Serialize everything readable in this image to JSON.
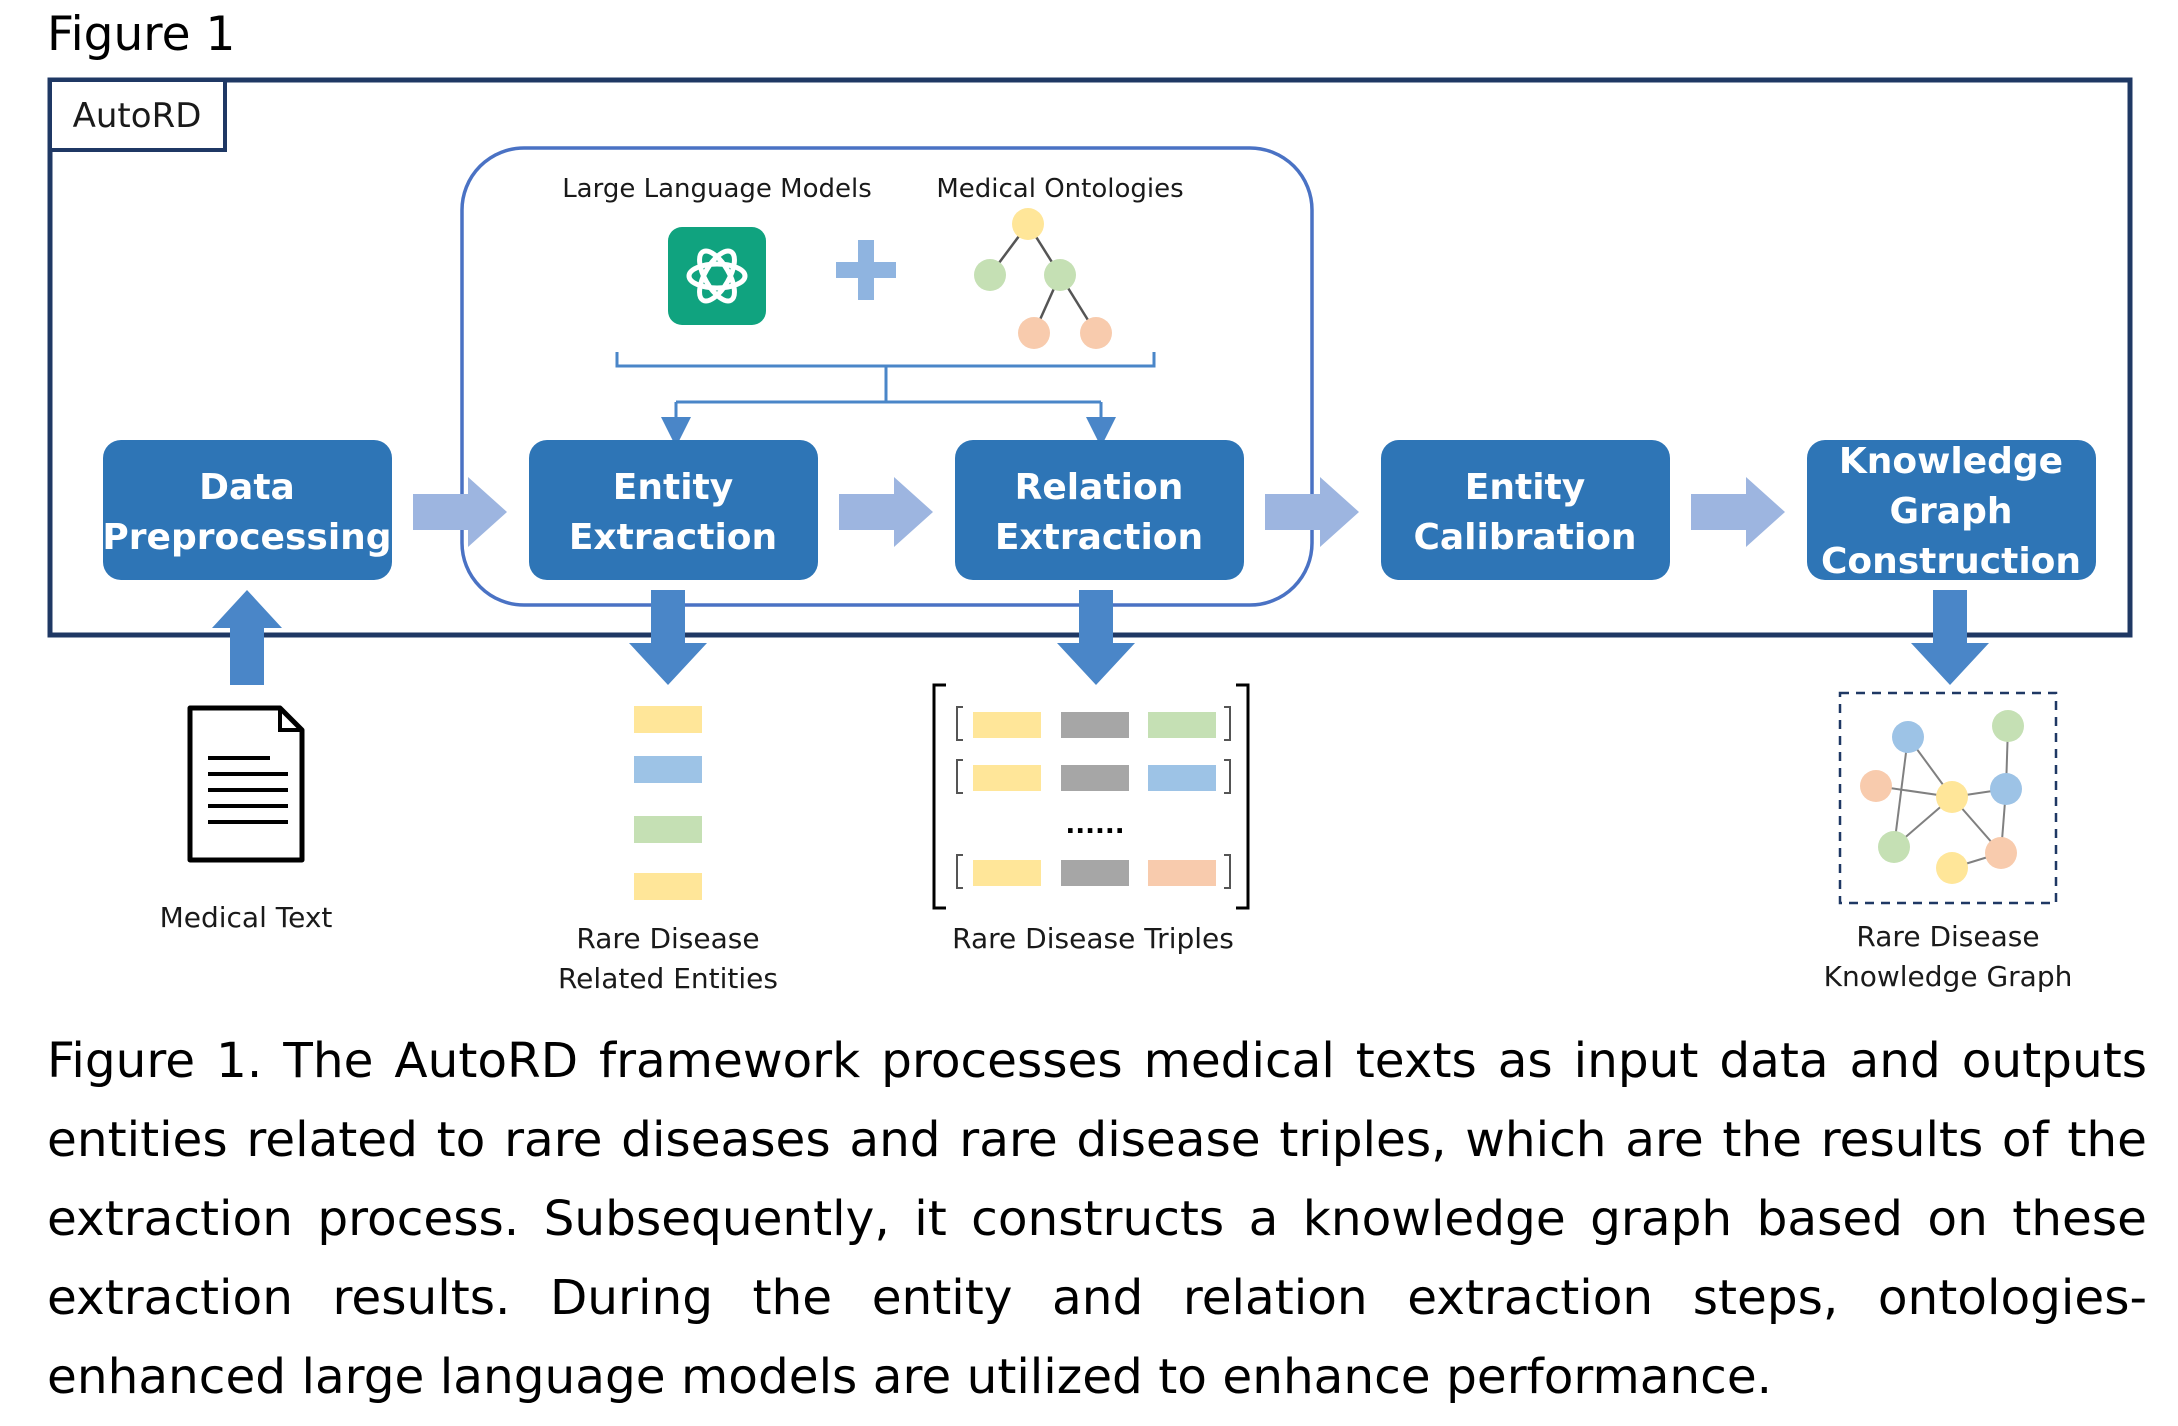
{
  "figure_title": "Figure 1",
  "framework_label": "AutoRD",
  "top_resources": {
    "llm_label": "Large Language Models",
    "ontology_label": "Medical Ontologies"
  },
  "steps": [
    [
      "Data",
      "Preprocessing"
    ],
    [
      "Entity",
      "Extraction"
    ],
    [
      "Relation",
      "Extraction"
    ],
    [
      "Entity",
      "Calibration"
    ],
    [
      "Knowledge",
      "Graph",
      "Construction"
    ]
  ],
  "inputs": {
    "medical_text_label": "Medical Text"
  },
  "outputs": {
    "entities_label": [
      "Rare Disease",
      "Related Entities"
    ],
    "triples_label": "Rare Disease Triples",
    "triples_ellipsis": "......",
    "kg_label": [
      "Rare Disease",
      "Knowledge Graph"
    ]
  },
  "colors": {
    "step_fill": "#2e75b6",
    "arrow_light": "#9db5e0",
    "arrow_dark": "#4a86c8",
    "frame": "#1f3864",
    "llm_tile": "#10a37f",
    "plus": "#8fb4e0",
    "node_yellow": "#ffe699",
    "node_green": "#c5e0b4",
    "node_orange": "#f8cbad",
    "node_blue": "#9dc3e6",
    "bar_gray": "#a6a6a6"
  },
  "caption": "Figure 1. The AutoRD framework processes medical texts as input data and outputs entities related to rare diseases and rare disease triples, which are the results of the extraction process. Subsequently, it constructs a knowledge graph based on these extraction results. During the entity and relation extraction steps, ontologies-enhanced large language models are utilized to enhance performance."
}
